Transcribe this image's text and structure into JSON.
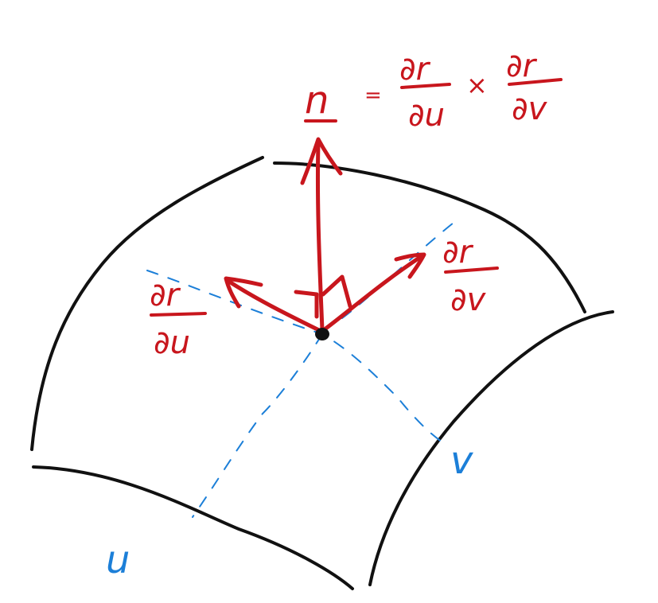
{
  "colors": {
    "ink_black": "#111111",
    "vector_red": "#c8161d",
    "coord_blue": "#1c7fd8",
    "background": "#ffffff"
  },
  "labels": {
    "normal_symbol": "n",
    "equals": "=",
    "cross": "×",
    "partial_r": "∂r",
    "partial_u": "∂u",
    "partial_v": "∂v",
    "coord_u": "u",
    "coord_v": "v"
  }
}
